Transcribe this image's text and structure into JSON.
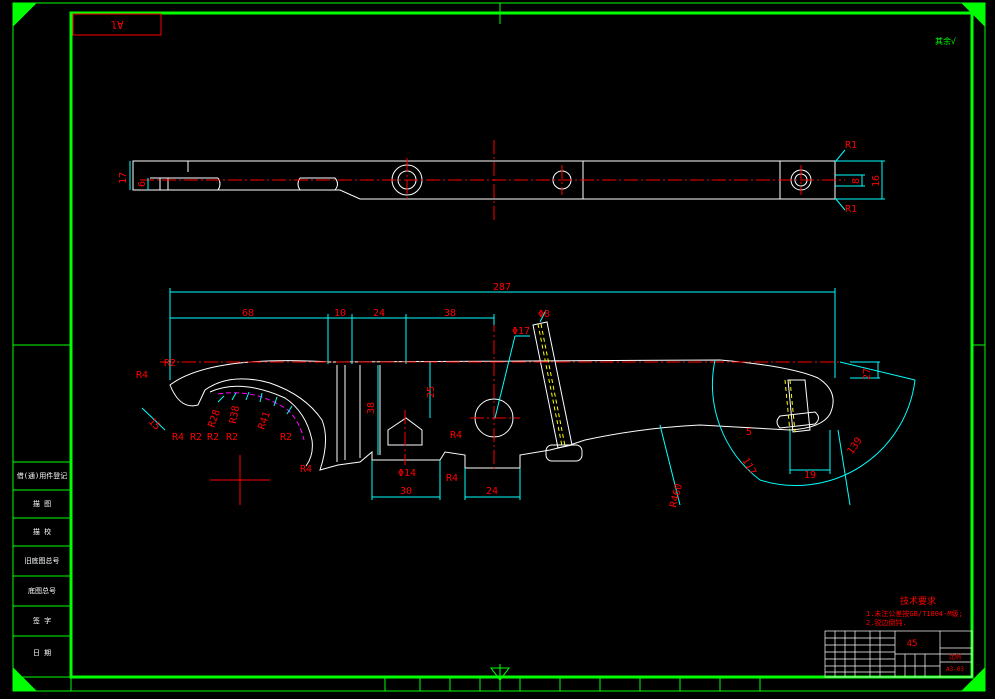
{
  "colors": {
    "background": "#000000",
    "frame": "#00ff00",
    "outline": "#ffffff",
    "dimension": "#00ffff",
    "dimension_text": "#ff0000",
    "centerline": "#ff0000",
    "hidden": "#ffff00",
    "phantom": "#ff00ff"
  },
  "sheet": {
    "code_box": "Al",
    "corner_mark": "其余√",
    "left_strip": [
      "借(通)用件登记",
      "描 图",
      "描 校",
      "旧底图总号",
      "底图总号",
      "签 字",
      "日 期"
    ]
  },
  "top_view": {
    "dims": {
      "height_left": "17",
      "slot_left": "6",
      "r_top": "R1",
      "r_bottom": "R1",
      "hole_right": "8",
      "height_right": "16"
    }
  },
  "front_view": {
    "dims": {
      "overall": "287",
      "d68": "68",
      "d10": "10",
      "d24a": "24",
      "d38a": "38",
      "phi8": "Φ8",
      "phi17": "Φ17",
      "d25": "25",
      "d38b": "38",
      "phi14": "Φ14",
      "d30": "30",
      "d24b": "24",
      "r4_a": "R4",
      "r4_b": "R4",
      "r4_c": "R4",
      "r4_d": "R4",
      "r4_e": "R4",
      "r2_a": "R2",
      "r2_b": "R2",
      "r2_c": "R2",
      "r2_d": "R2",
      "r2_e": "R2",
      "d15": "15",
      "r28": "R28",
      "r38": "R38",
      "r41": "R41",
      "r460": "R460",
      "d27": "27",
      "d5": "5",
      "d19": "19",
      "d117": "117",
      "d139": "139"
    }
  },
  "notes": {
    "title": "技术要求",
    "line1": "1.未注公差按GB/T1804-M级;",
    "line2": "2.锐边倒钝."
  },
  "title_block": {
    "material": "45",
    "cell1": "比例",
    "cell2": "A3-03"
  }
}
